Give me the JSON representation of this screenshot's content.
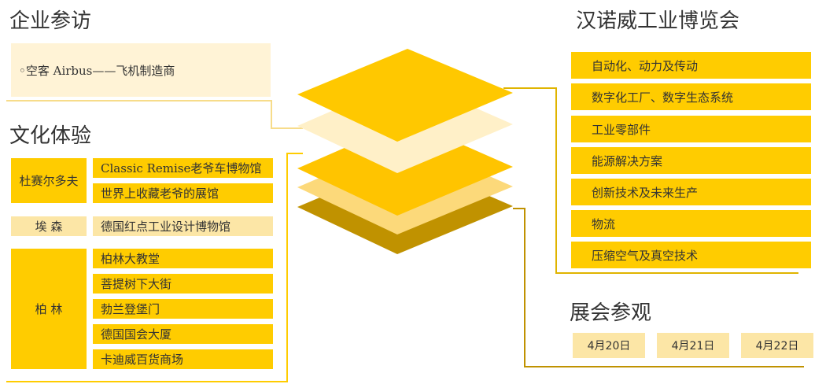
{
  "colors": {
    "primary": "#ffcc00",
    "pale": "#fce6a6",
    "cream": "#fff3d6",
    "dark": "#c09200",
    "line": "#e0b400"
  },
  "company_visit": {
    "title": "企业参访",
    "items": [
      "◦空客 Airbus——飞机制造商"
    ]
  },
  "culture": {
    "title": "文化体验",
    "groups": [
      {
        "city": "杜赛尔多夫",
        "places": [
          "Classic Remise老爷车博物馆",
          "世界上收藏老爷的展馆"
        ]
      },
      {
        "city": "埃 森",
        "places": [
          "德国红点工业设计博物馆"
        ]
      },
      {
        "city": "柏 林",
        "places": [
          "柏林大教堂",
          "菩提树下大街",
          "勃兰登堡门",
          "德国国会大厦",
          "卡迪威百货商场"
        ]
      }
    ]
  },
  "hannover_fair": {
    "title": "汉诺威工业博览会",
    "items": [
      "自动化、动力及传动",
      "数字化工厂、数字生态系统",
      "工业零部件",
      "能源解决方案",
      "创新技术及未来生产",
      "物流",
      "压缩空气及真空技术"
    ]
  },
  "exhibition_visit": {
    "title": "展会参观",
    "dates": [
      "4月20日",
      "4月21日",
      "4月22日"
    ]
  }
}
